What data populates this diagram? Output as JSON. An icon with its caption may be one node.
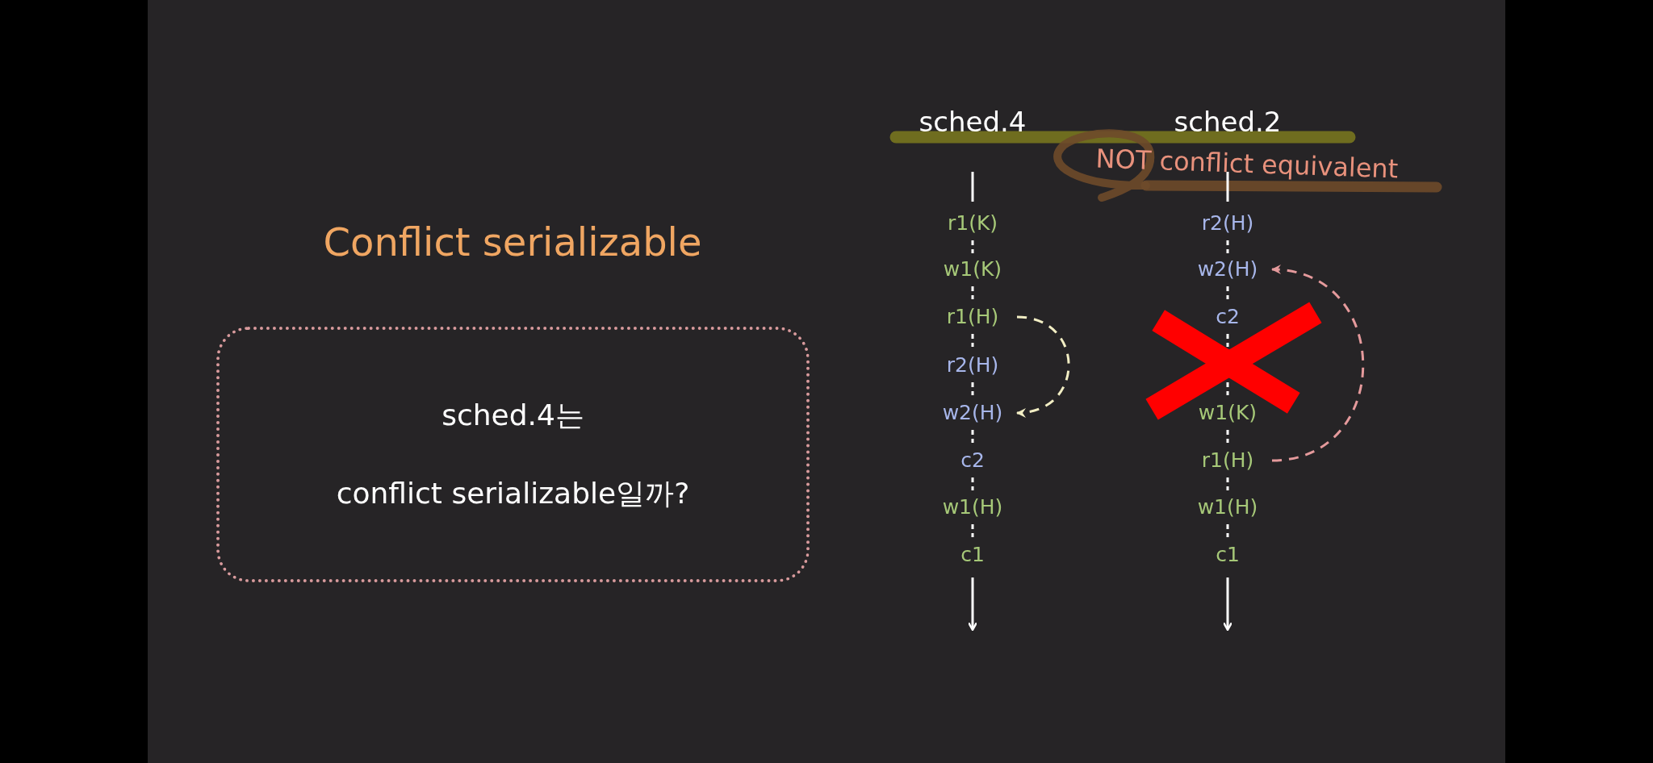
{
  "diagram": {
    "title": "Conflict serializable",
    "nodes": [
      {
        "text": [
          "sched.4는",
          "conflict serializable일까?"
        ]
      },
      {
        "text": [
          "r1(K)"
        ]
      },
      {
        "text": [
          "w1(K)"
        ]
      },
      {
        "text": [
          "r1(H)"
        ]
      },
      {
        "text": [
          "r2(H)"
        ]
      },
      {
        "text": [
          "w2(H)"
        ]
      },
      {
        "text": [
          "c2"
        ]
      },
      {
        "text": [
          "w1(H)"
        ]
      },
      {
        "text": [
          "c1"
        ]
      },
      {
        "text": [
          "r2(H)"
        ]
      },
      {
        "text": [
          "w2(H)"
        ]
      },
      {
        "text": [
          "c2"
        ]
      },
      {
        "text": [
          "w1(K)"
        ]
      },
      {
        "text": [
          "r1(H)"
        ]
      },
      {
        "text": [
          "w1(H)"
        ]
      },
      {
        "text": [
          "c1"
        ]
      }
    ],
    "edges": [
      {
        "from": 3,
        "to": 5,
        "arrow": "to",
        "style": "dashed",
        "color": "#f2eec4"
      },
      {
        "from": 13,
        "to": 10,
        "arrow": "to",
        "style": "dashed",
        "color": "#e59a9c"
      }
    ],
    "labels": [
      "sched.4",
      "sched.2",
      "NOT conflict equivalent"
    ]
  }
}
